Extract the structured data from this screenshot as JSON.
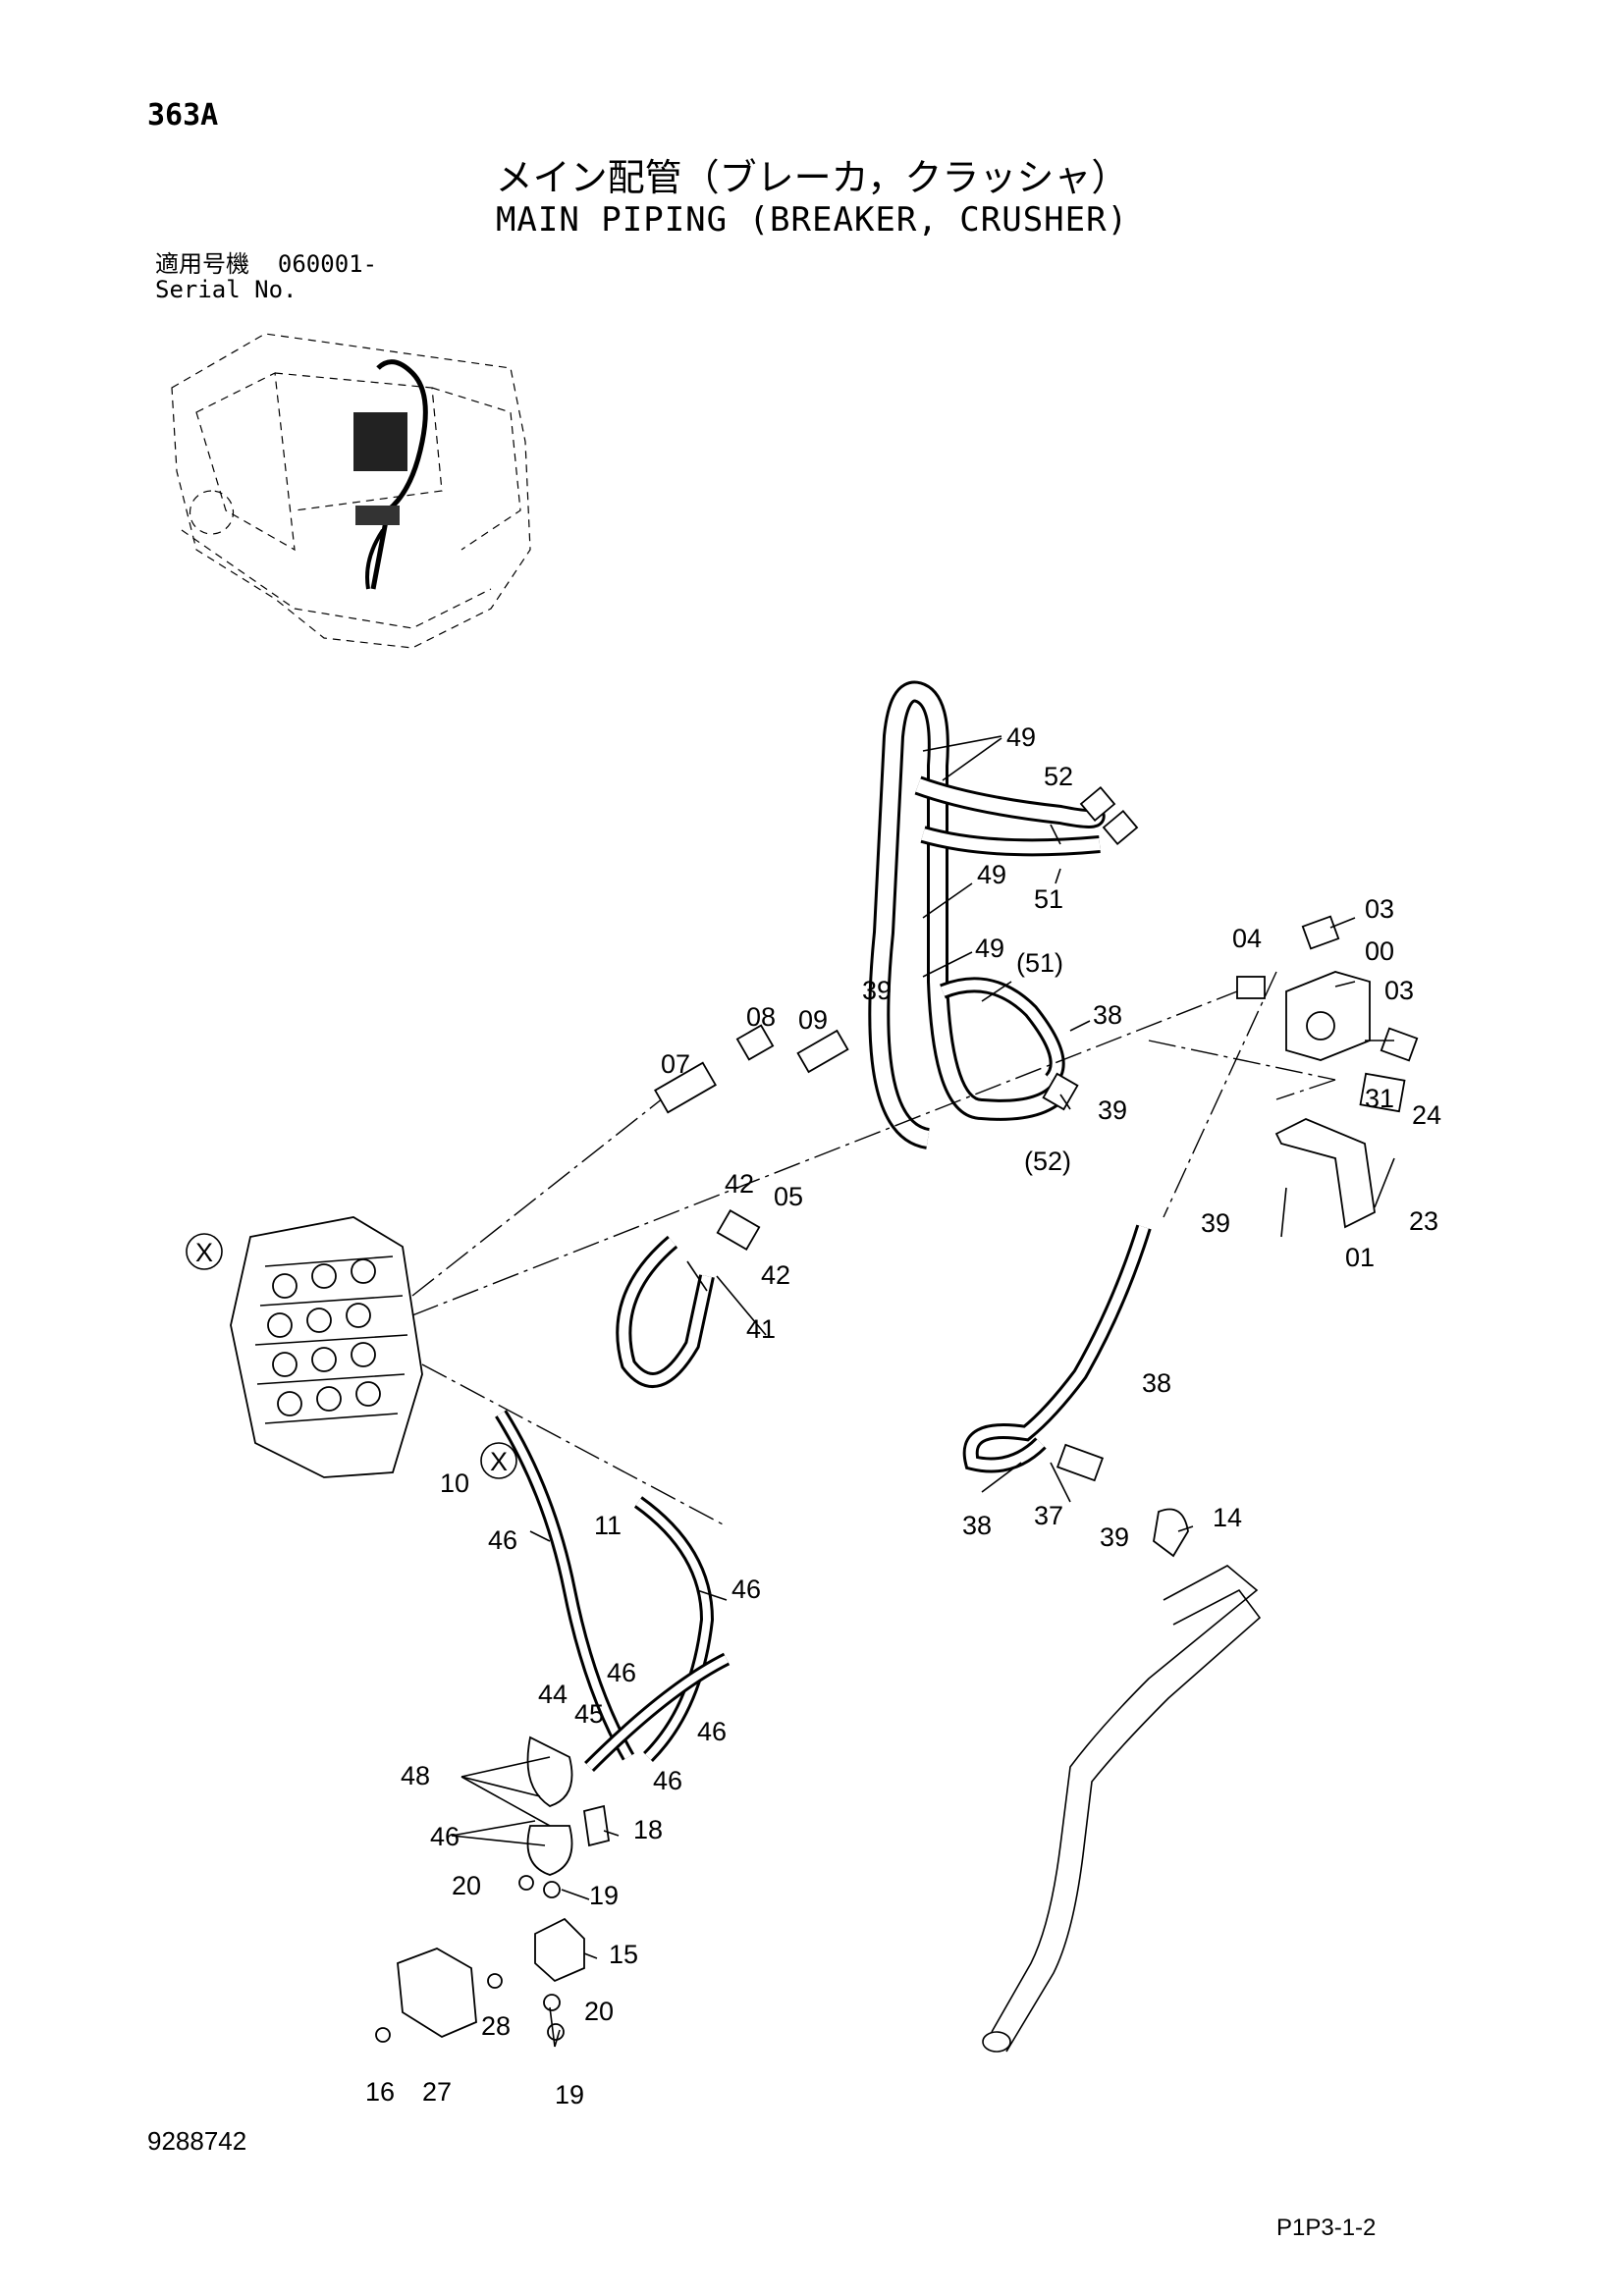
{
  "header": {
    "page_code": "363A",
    "title_jp": "メイン配管（ブレーカ，クラッシャ）",
    "title_en": "MAIN PIPING (BREAKER, CRUSHER)",
    "serial_label_jp": "適用号機",
    "serial_value": "060001-",
    "serial_label_en": "Serial No."
  },
  "callouts": {
    "p49a": "49",
    "p52a": "52",
    "p51a": "51",
    "p49b": "49",
    "p49c": "49",
    "p51b": "(51)",
    "p03a": "03",
    "p04": "04",
    "p00": "00",
    "p03b": "03",
    "p39a": "39",
    "p08": "08",
    "p09": "09",
    "p07": "07",
    "p38a": "38",
    "p39b": "39",
    "p52b": "(52)",
    "p42a": "42",
    "p05": "05",
    "p42b": "42",
    "p41": "41",
    "p31": "31",
    "p24": "24",
    "p23": "23",
    "p01": "01",
    "p39c": "39",
    "px1": "X",
    "px2": "X",
    "p38b": "38",
    "p38c": "38",
    "p37": "37",
    "p39d": "39",
    "p14": "14",
    "p10": "10",
    "p11": "11",
    "p46a": "46",
    "p46b": "46",
    "p46c": "46",
    "p46d": "46",
    "p46e": "46",
    "p46f": "46",
    "p44": "44",
    "p45": "45",
    "p48": "48",
    "p18": "18",
    "p20a": "20",
    "p19a": "19",
    "p15": "15",
    "p20b": "20",
    "p28": "28",
    "p16": "16",
    "p27": "27",
    "p19b": "19"
  },
  "footer": {
    "doc_number": "9288742",
    "sheet_id": "P1P3-1-2"
  }
}
